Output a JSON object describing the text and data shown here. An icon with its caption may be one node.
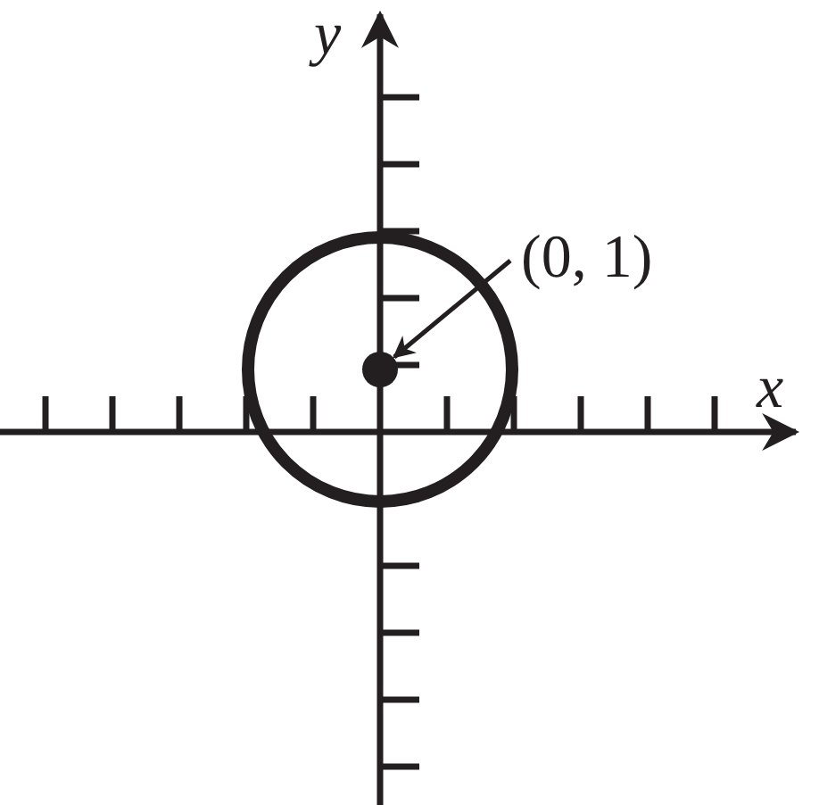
{
  "diagram": {
    "nodes": [
      {
        "text": [
          "(0, 1)"
        ]
      },
      {
        "text": [],
        "shape": "circle"
      }
    ],
    "edges": [
      {
        "from": 0,
        "to": 1,
        "arrow": "to"
      }
    ],
    "labels": [
      "y",
      "x"
    ]
  }
}
